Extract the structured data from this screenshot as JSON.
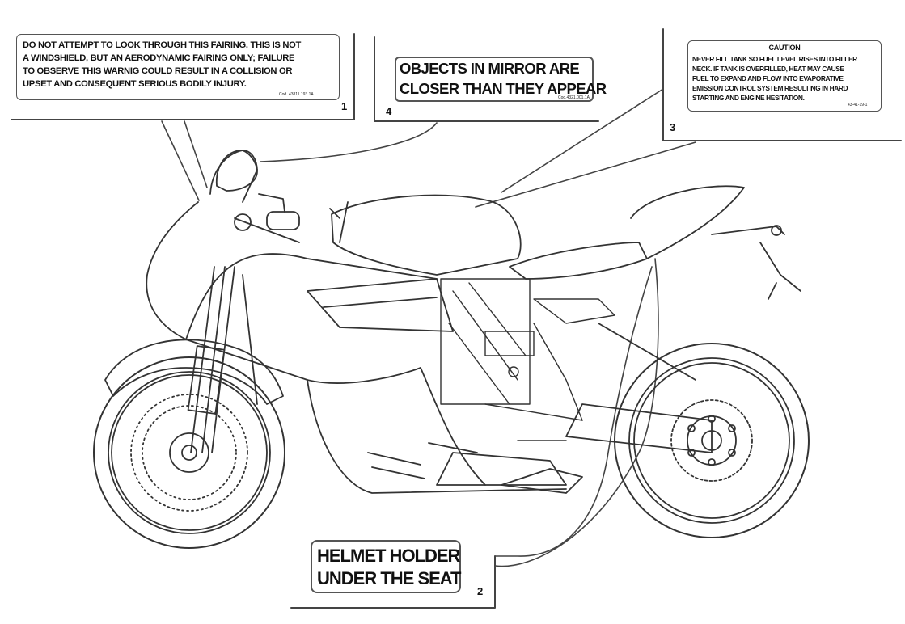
{
  "labels": {
    "label1": {
      "number": "1",
      "lines": [
        "DO NOT ATTEMPT TO LOOK THROUGH THIS FAIRING. THIS IS NOT",
        "A WINDSHIELD, BUT AN AERODYNAMIC FAIRING ONLY; FAILURE",
        "TO OBSERVE THIS WARNIG COULD RESULT IN A COLLISION OR",
        "UPSET AND CONSEQUENT SERIOUS BODILY INJURY."
      ],
      "code": "Cod. 43811.193.1A"
    },
    "label2": {
      "number": "2",
      "lines": [
        "HELMET HOLDER",
        "UNDER THE SEAT"
      ]
    },
    "label3": {
      "number": "3",
      "heading": "CAUTION",
      "lines": [
        "NEVER FILL TANK SO FUEL LEVEL RISES INTO FILLER",
        "NECK. IF TANK IS OVERFILLED, HEAT MAY CAUSE",
        "FUEL TO EXPAND AND FLOW INTO EVAPORATIVE",
        "EMISSION CONTROL SYSTEM RESULTING IN HARD",
        "STARTING AND ENGINE HESITATION."
      ],
      "code": "43-41-19-1"
    },
    "label4": {
      "number": "4",
      "lines": [
        "OBJECTS IN MIRROR ARE",
        "CLOSER THAN THEY APPEAR"
      ],
      "code": "Cod.4321.001.1A"
    }
  }
}
